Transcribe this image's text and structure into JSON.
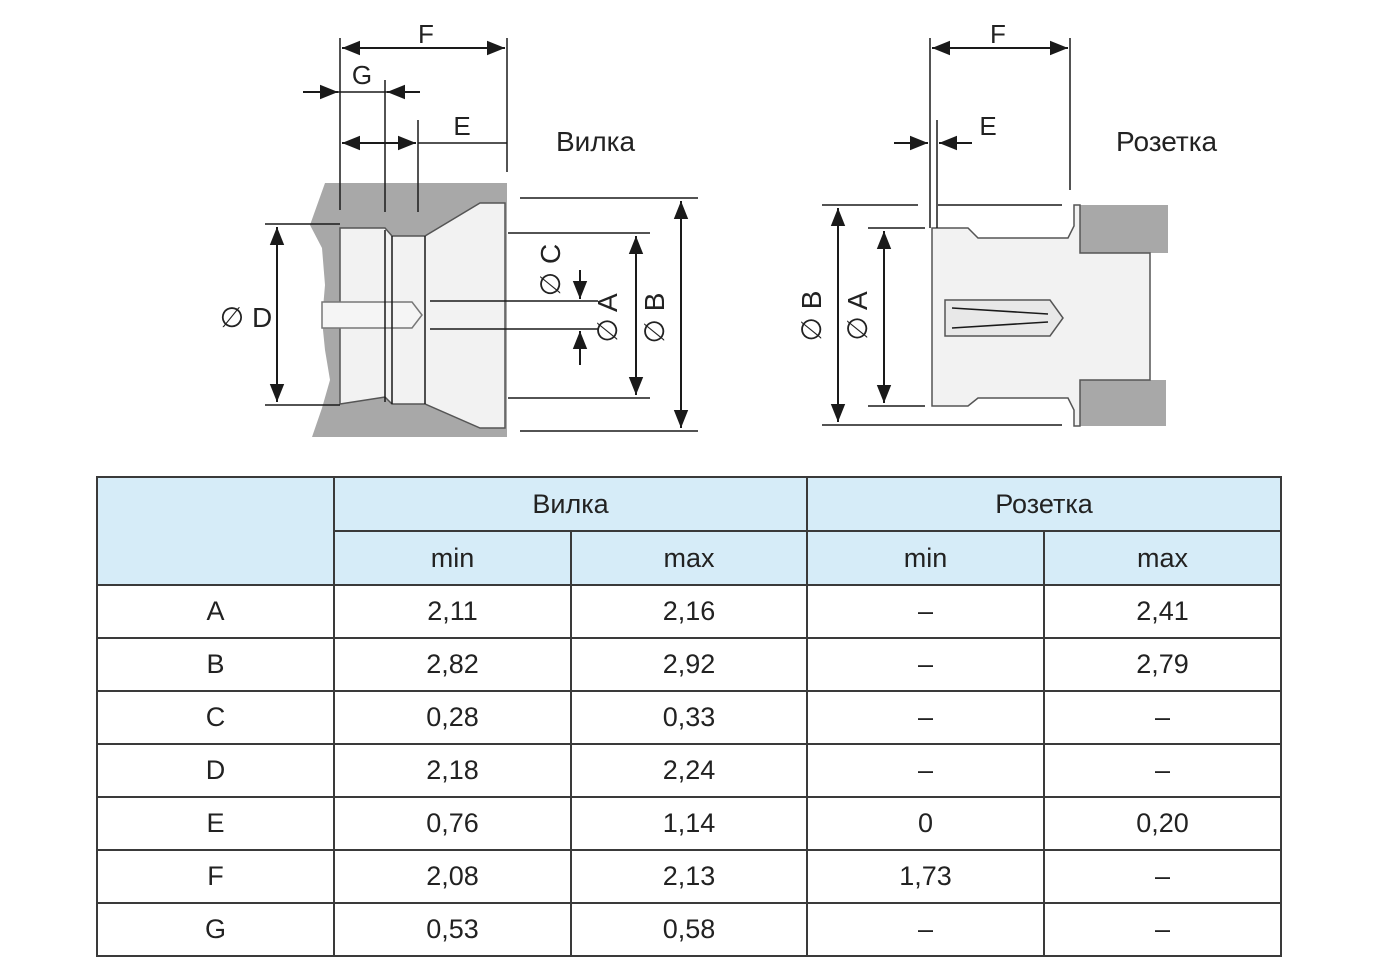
{
  "drawing": {
    "plug": {
      "title": "Вилка",
      "labels": {
        "F": "F",
        "G": "G",
        "E": "E",
        "D": "D",
        "C": "C",
        "A": "A",
        "B": "B"
      }
    },
    "socket": {
      "title": "Розетка",
      "labels": {
        "F": "F",
        "E": "E",
        "B": "B",
        "A": "A"
      }
    },
    "diameter_symbol": "∅"
  },
  "table": {
    "header_groups": [
      "Вилка",
      "Розетка"
    ],
    "subheaders": [
      "min",
      "max",
      "min",
      "max"
    ],
    "rows": [
      {
        "param": "A",
        "plug_min": "2,11",
        "plug_max": "2,16",
        "socket_min": "–",
        "socket_max": "2,41"
      },
      {
        "param": "B",
        "plug_min": "2,82",
        "plug_max": "2,92",
        "socket_min": "–",
        "socket_max": "2,79"
      },
      {
        "param": "C",
        "plug_min": "0,28",
        "plug_max": "0,33",
        "socket_min": "–",
        "socket_max": "–"
      },
      {
        "param": "D",
        "plug_min": "2,18",
        "plug_max": "2,24",
        "socket_min": "–",
        "socket_max": "–"
      },
      {
        "param": "E",
        "plug_min": "0,76",
        "plug_max": "1,14",
        "socket_min": "0",
        "socket_max": "0,20"
      },
      {
        "param": "F",
        "plug_min": "2,08",
        "plug_max": "2,13",
        "socket_min": "1,73",
        "socket_max": "–"
      },
      {
        "param": "G",
        "plug_min": "0,53",
        "plug_max": "0,58",
        "socket_min": "–",
        "socket_max": "–"
      }
    ]
  },
  "colors": {
    "header_fill": "#d6ecf8",
    "body_gray": "#a8a8a8",
    "line": "#1a1a1a"
  }
}
